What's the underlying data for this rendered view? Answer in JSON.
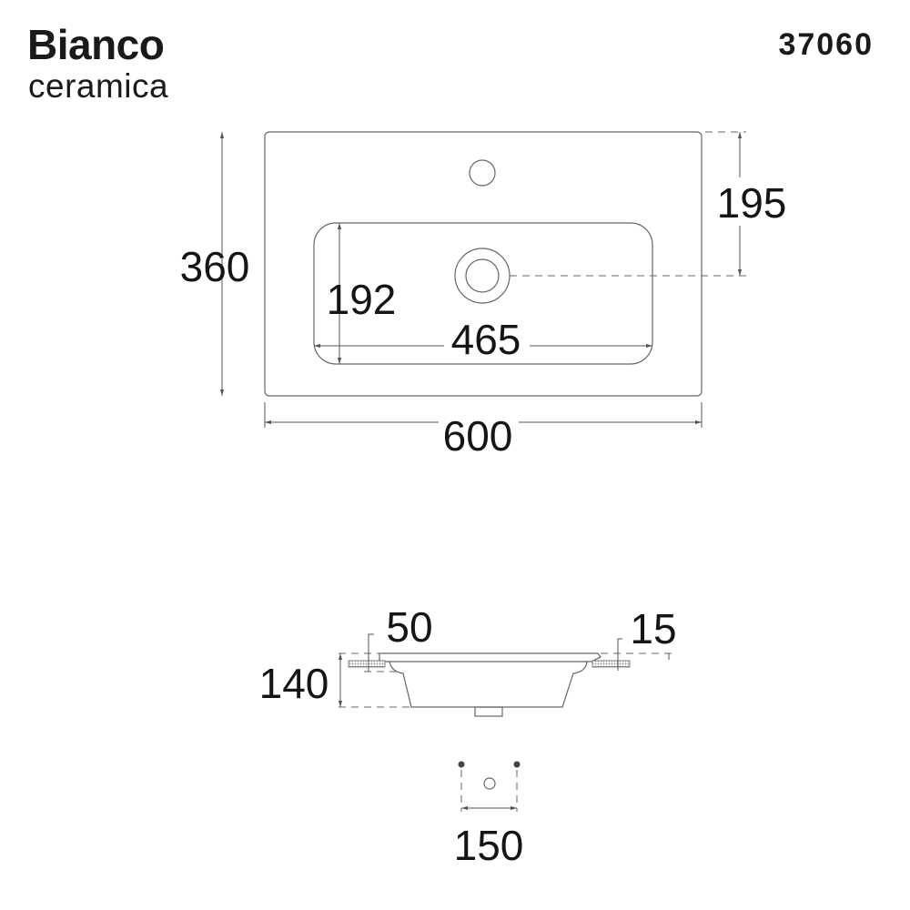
{
  "brand": {
    "line1": "Bianco",
    "line2": "ceramica"
  },
  "product_code": "37060",
  "top_view": {
    "depth": "360",
    "width": "600",
    "basin_depth": "192",
    "basin_width": "465",
    "drain_offset": "195"
  },
  "side_view": {
    "height": "140",
    "counter_thickness": "50",
    "rim_height": "15"
  },
  "mount_view": {
    "bolt_spacing": "150"
  }
}
